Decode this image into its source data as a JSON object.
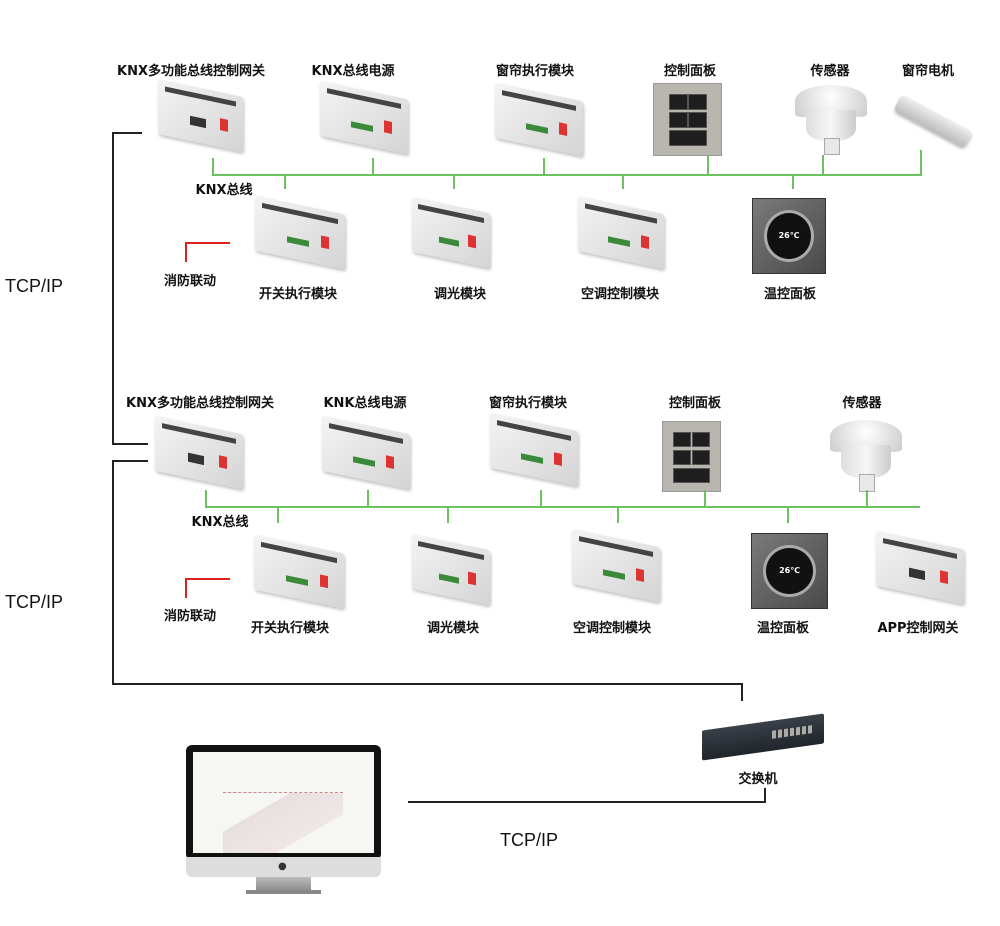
{
  "tcpip_labels": [
    "TCP/IP",
    "TCP/IP",
    "TCP/IP"
  ],
  "system1": {
    "top_devices": [
      "KNX多功能总线控制网关",
      "KNX总线电源",
      "窗帘执行模块",
      "控制面板",
      "传感器",
      "窗帘电机"
    ],
    "bus_label": "KNX总线",
    "fire_label": "消防联动",
    "bottom_devices": [
      "开关执行模块",
      "调光模块",
      "空调控制模块",
      "温控面板"
    ],
    "thermostat_display": "26℃"
  },
  "system2": {
    "top_devices": [
      "KNX多功能总线控制网关",
      "KNK总线电源",
      "窗帘执行模块",
      "控制面板",
      "传感器"
    ],
    "bus_label": "KNX总线",
    "fire_label": "消防联动",
    "bottom_devices": [
      "开关执行模块",
      "调光模块",
      "空调控制模块",
      "温控面板",
      "APP控制网关"
    ],
    "thermostat_display": "26℃"
  },
  "switch_label": "交换机",
  "colors": {
    "knx_bus": "#6cc160",
    "tcpip_line": "#222222",
    "fire_link": "#e02020"
  }
}
